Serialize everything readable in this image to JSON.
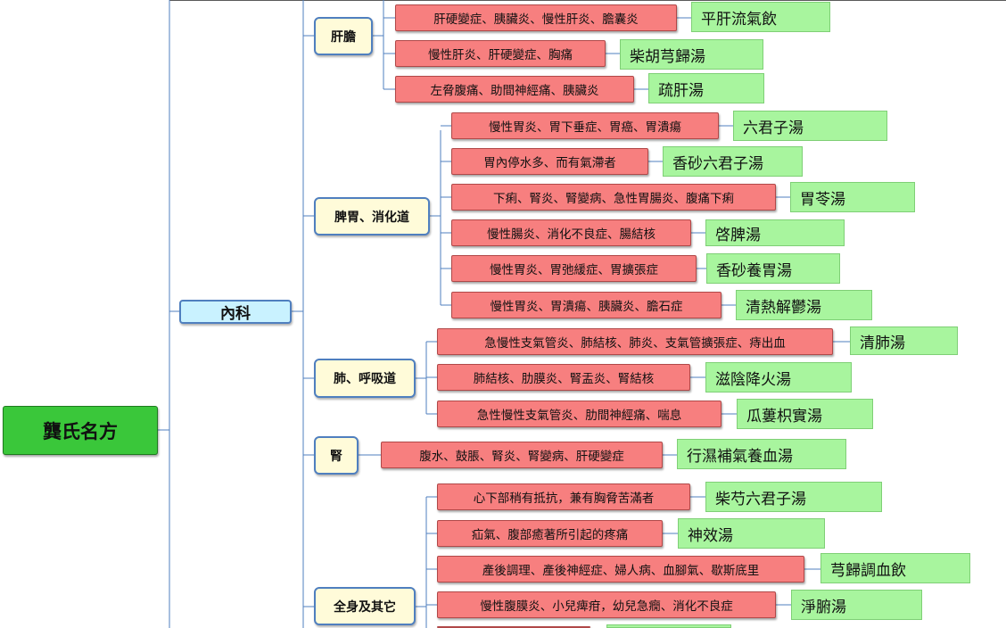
{
  "root": {
    "label": "龔氏名方"
  },
  "category": {
    "label": "內科"
  },
  "groups": [
    {
      "label": "肝膽",
      "items": [
        {
          "condition": "肝硬變症、胰臟炎、慢性肝炎、膽囊炎",
          "formula": "平肝流氣飲"
        },
        {
          "condition": "慢性肝炎、肝硬變症、胸痛",
          "formula": "柴胡芎歸湯"
        },
        {
          "condition": "左脅腹痛、助間神經痛、胰臟炎",
          "formula": "疏肝湯"
        }
      ]
    },
    {
      "label": "脾胃、消化道",
      "items": [
        {
          "condition": "慢性胃炎、胃下垂症、胃癌、胃潰瘍",
          "formula": "六君子湯"
        },
        {
          "condition": "胃內停水多、而有氣滯者",
          "formula": "香砂六君子湯"
        },
        {
          "condition": "下痢、腎炎、腎變病、急性胃腸炎、腹痛下痢",
          "formula": "胃苓湯"
        },
        {
          "condition": "慢性腸炎、消化不良症、腸結核",
          "formula": "啓脾湯"
        },
        {
          "condition": "慢性胃炎、胃弛緩症、胃擴張症",
          "formula": "香砂養胃湯"
        },
        {
          "condition": "慢性胃炎、胃潰瘍、胰臟炎、膽石症",
          "formula": "清熱解鬱湯"
        }
      ]
    },
    {
      "label": "肺、呼吸道",
      "items": [
        {
          "condition": "急慢性支氣管炎、肺結核、肺炎、支氣管擴張症、痔出血",
          "formula": "清肺湯"
        },
        {
          "condition": "肺結核、肋膜炎、腎盂炎、腎結核",
          "formula": "滋陰降火湯"
        },
        {
          "condition": "急性慢性支氣管炎、肋間神經痛、喘息",
          "formula": "瓜蔞枳實湯"
        }
      ]
    },
    {
      "label": "腎",
      "items": [
        {
          "condition": "腹水、鼓脹、腎炎、腎變病、肝硬變症",
          "formula": "行濕補氣養血湯"
        }
      ]
    },
    {
      "label": "全身及其它",
      "items": [
        {
          "condition": "心下部稍有抵抗，兼有胸脅苦滿者",
          "formula": "柴芍六君子湯"
        },
        {
          "condition": "疝氣、腹部癒著所引起的疼痛",
          "formula": "神效湯"
        },
        {
          "condition": "產後調理、產後神經症、婦人病、血腳氣、歇斯底里",
          "formula": "芎歸調血飲"
        },
        {
          "condition": "慢性腹膜炎、小兒痺疳，幼兒急癇、消化不良症",
          "formula": "淨腑湯"
        }
      ]
    }
  ]
}
